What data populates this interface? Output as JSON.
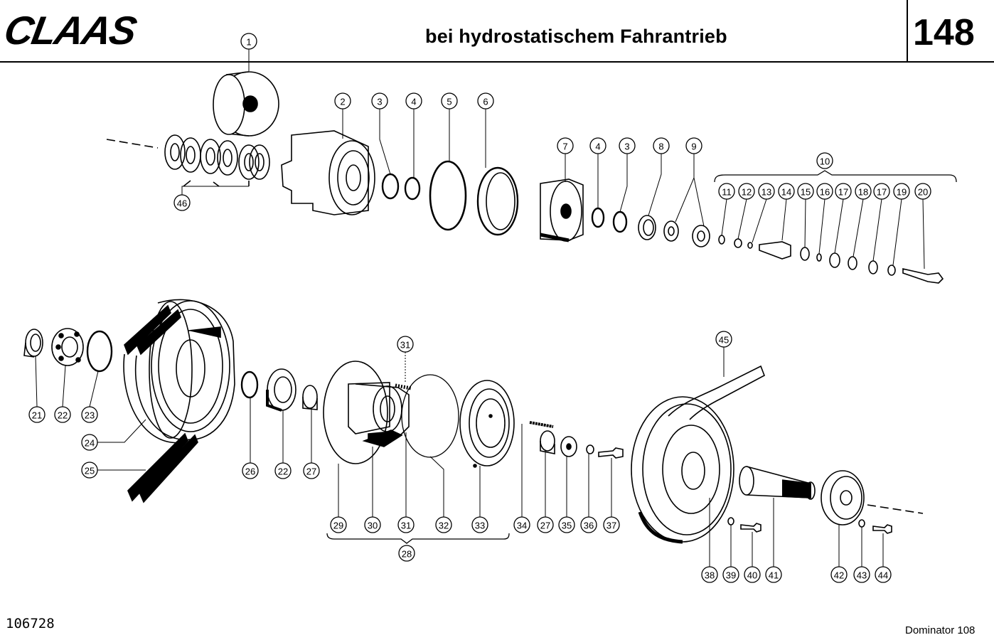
{
  "header": {
    "brand": "CLAAS",
    "title": "bei hydrostatischem Fahrantrieb",
    "page_number": "148"
  },
  "footer": {
    "document_number": "106728",
    "model": "Dominator 108"
  },
  "callouts": {
    "c1": "1",
    "c2": "2",
    "c3a": "3",
    "c4a": "4",
    "c5": "5",
    "c6": "6",
    "c7": "7",
    "c4b": "4",
    "c3b": "3",
    "c8": "8",
    "c9": "9",
    "c10": "10",
    "c11": "11",
    "c12": "12",
    "c13": "13",
    "c14": "14",
    "c15": "15",
    "c16": "16",
    "c17a": "17",
    "c18": "18",
    "c17b": "17",
    "c19": "19",
    "c20": "20",
    "c46": "46",
    "c21": "21",
    "c22a": "22",
    "c23": "23",
    "c24": "24",
    "c25": "25",
    "c26": "26",
    "c22b": "22",
    "c27a": "27",
    "c31a": "31",
    "c29": "29",
    "c30": "30",
    "c31b": "31",
    "c32": "32",
    "c33": "33",
    "c28": "28",
    "c34": "34",
    "c27b": "27",
    "c35": "35",
    "c36": "36",
    "c37": "37",
    "c45": "45",
    "c38": "38",
    "c39": "39",
    "c40": "40",
    "c41": "41",
    "c42": "42",
    "c43": "43",
    "c44": "44"
  }
}
